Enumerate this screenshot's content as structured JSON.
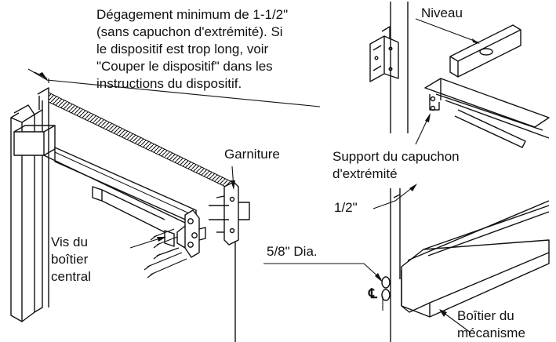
{
  "callouts": {
    "clearance_note": "Dégagement minimum de 1-1/2\"\n(sans capuchon d'extrémité). Si\nle dispositif est trop long, voir\n\"Couper le dispositif\" dans les\ninstructions du dispositif.",
    "level": "Niveau",
    "trim": "Garniture",
    "end_cap_bracket": "Support du capuchon\nd'extrémité",
    "half_inch": "1/2\"",
    "hole_dia": "5/8\" Dia.",
    "centerline": "℄",
    "center_case_screws": "Vis du\nboîtier\ncentral",
    "mechanism_case": "Boîtier du\nmécanisme"
  },
  "colors": {
    "line": "#111111",
    "paper": "#ffffff"
  }
}
